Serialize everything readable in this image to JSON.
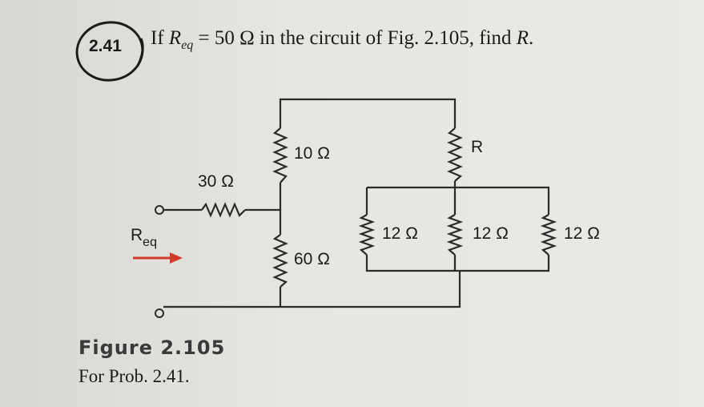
{
  "problem": {
    "number": "2.41",
    "prefix": "If ",
    "req_symbol": "R",
    "req_subscript": "eq",
    "equation_rest": " = 50 Ω in the circuit of Fig. 2.105, find ",
    "unknown": "R",
    "end": "."
  },
  "circuit": {
    "input_label": "R",
    "input_label_sub": "eq",
    "resistors": {
      "r30": "30 Ω",
      "r10": "10 Ω",
      "r60": "60 Ω",
      "rR": "R",
      "r12_left": "12 Ω",
      "r12_mid": "12 Ω",
      "r12_right": "12 Ω"
    }
  },
  "figure": {
    "title": "Figure 2.105",
    "caption": "For Prob. 2.41."
  },
  "colors": {
    "ink": "#2b2b2b",
    "arrow": "#d23a2a",
    "circle": "#1b1b1b"
  }
}
